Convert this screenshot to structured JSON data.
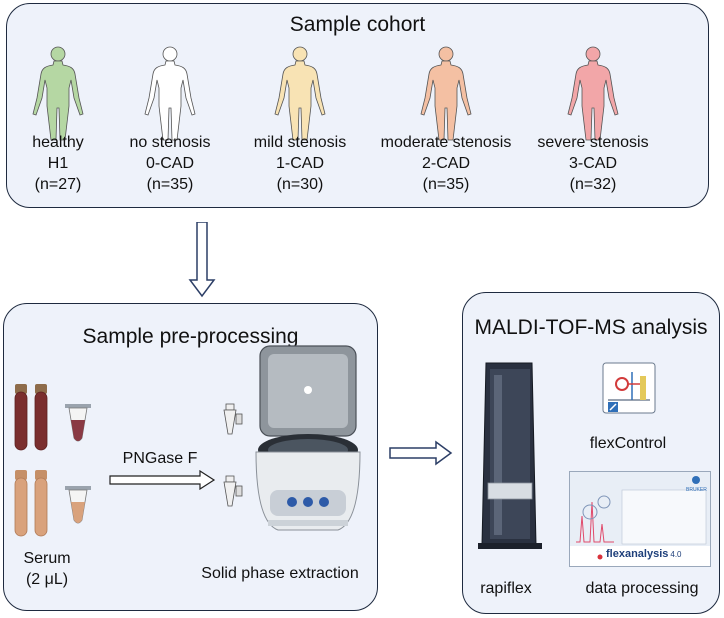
{
  "cohort": {
    "title": "Sample cohort",
    "groups": [
      {
        "name": "healthy",
        "code": "H1",
        "n": "(n=27)",
        "color": "#b5d7a3"
      },
      {
        "name": "no stenosis",
        "code": "0-CAD",
        "n": "(n=35)",
        "color": "#ffffff"
      },
      {
        "name": "mild stenosis",
        "code": "1-CAD",
        "n": "(n=30)",
        "color": "#f8e3b4"
      },
      {
        "name": "moderate stenosis",
        "code": "2-CAD",
        "n": "(n=35)",
        "color": "#f4c0a3"
      },
      {
        "name": "severe stenosis",
        "code": "3-CAD",
        "n": "(n=32)",
        "color": "#f2a6a8"
      }
    ]
  },
  "preprocessing": {
    "title": "Sample pre-processing",
    "serum_label": "Serum",
    "serum_volume": "(2 μL)",
    "enzyme_label": "PNGase F",
    "extraction_label": "Solid phase extraction"
  },
  "analysis": {
    "title": "MALDI-TOF-MS analysis",
    "instrument_label": "rapiflex",
    "control_label": "flexControl",
    "processing_label": "data processing",
    "software_brand": "flexanalysis",
    "software_version": "4.0",
    "vendor_logo_text": "BRUKER"
  },
  "colors": {
    "panel_bg": "#eef2fa",
    "panel_border": "#1e2a3f",
    "arrow": "#2c3e66",
    "blood_dark": "#7a2e2e",
    "serum": "#d9a27c"
  }
}
